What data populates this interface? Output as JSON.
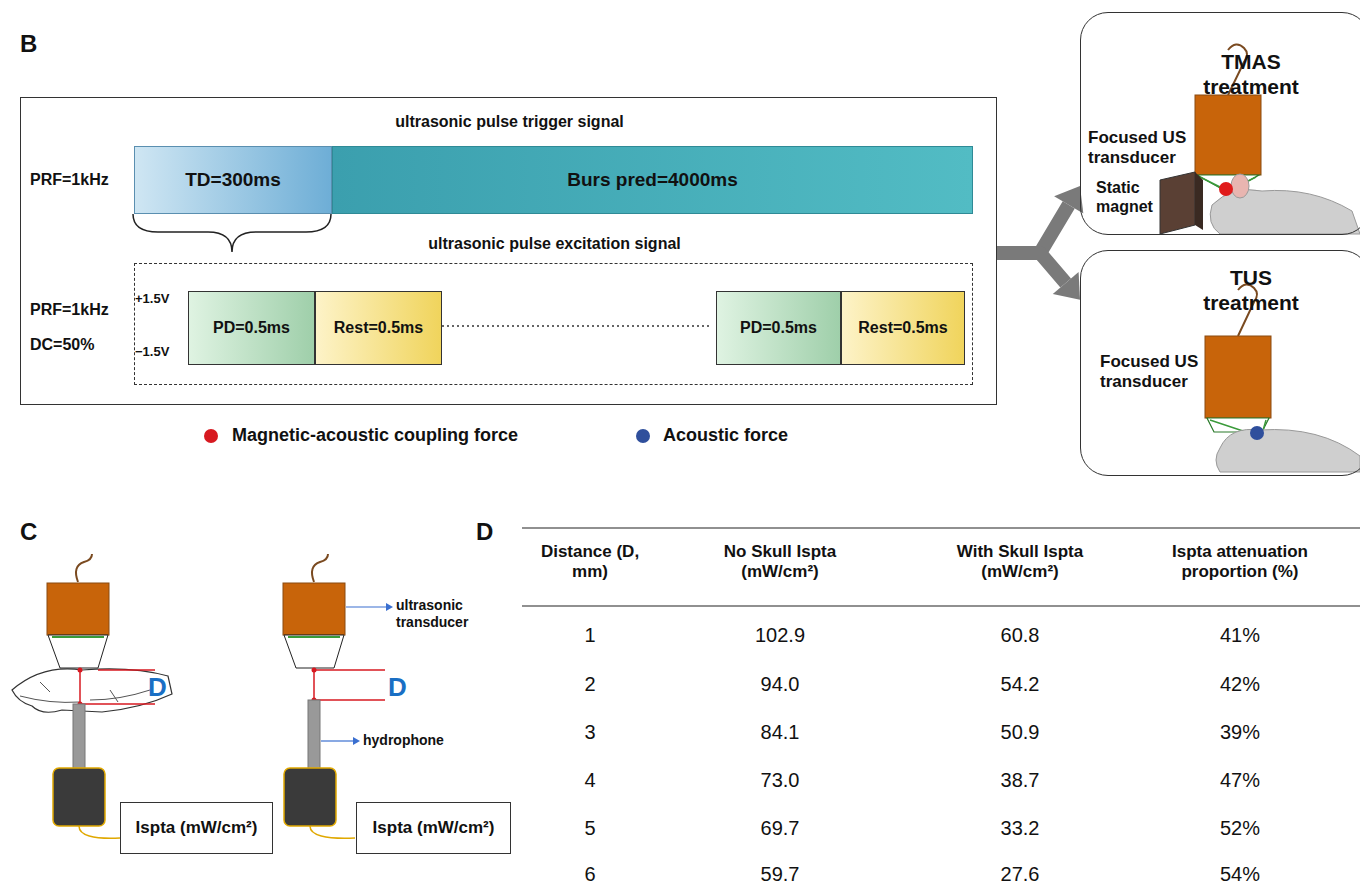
{
  "diagram": {
    "nodes": [
      {
        "text": [
          "ultrasonic pulse trigger signal"
        ]
      },
      {
        "text": [
          "TD=300ms"
        ],
        "in": 0
      },
      {
        "text": [
          "Burs pred=4000ms"
        ],
        "in": 0
      },
      {
        "text": [
          "ultrasonic pulse excitation signal"
        ],
        "in": 0
      },
      {
        "text": [
          "PD=0.5ms"
        ],
        "in": 3
      },
      {
        "text": [
          "Rest=0.5ms"
        ],
        "in": 3
      },
      {
        "text": [
          "PD=0.5ms"
        ],
        "in": 3
      },
      {
        "text": [
          "Rest=0.5ms"
        ],
        "in": 3
      },
      {
        "text": [
          "TMAS treatment"
        ]
      },
      {
        "text": [
          "TUS treatment"
        ]
      },
      {
        "text": [
          "Ispta (mW/cm²)"
        ]
      },
      {
        "text": [
          "Ispta (mW/cm²)"
        ]
      }
    ],
    "edges": [
      {
        "from": 0,
        "to": 8,
        "arrow": "to"
      },
      {
        "from": 0,
        "to": 9,
        "arrow": "to"
      }
    ],
    "labels": [
      "B",
      "PRF=1kHz",
      "PRF=1kHz",
      "DC=50%",
      "+1.5V",
      "−1.5V",
      "Focused US transducer",
      "Static magnet",
      "Focused US transducer",
      "C",
      "D",
      "D",
      "ultrasonic transducer",
      "hydrophone",
      "D",
      "Distance (D, mm)",
      "No Skull Ispta (mW/cm²)",
      "With Skull Ispta (mW/cm²)",
      "Ispta attenuation proportion (%)",
      "1",
      "102.9",
      "60.8",
      "41%",
      "2",
      "94.0",
      "54.2",
      "42%",
      "3",
      "84.1",
      "50.9",
      "39%",
      "4",
      "73.0",
      "38.7",
      "47%",
      "5",
      "69.7",
      "33.2",
      "52%",
      "6",
      "59.7",
      "27.6",
      "54%"
    ],
    "legend": [
      {
        "text": "Magnetic-acoustic coupling force",
        "color": "#d71920"
      },
      {
        "text": "Acoustic force",
        "color": "#2f4f9c"
      }
    ]
  }
}
